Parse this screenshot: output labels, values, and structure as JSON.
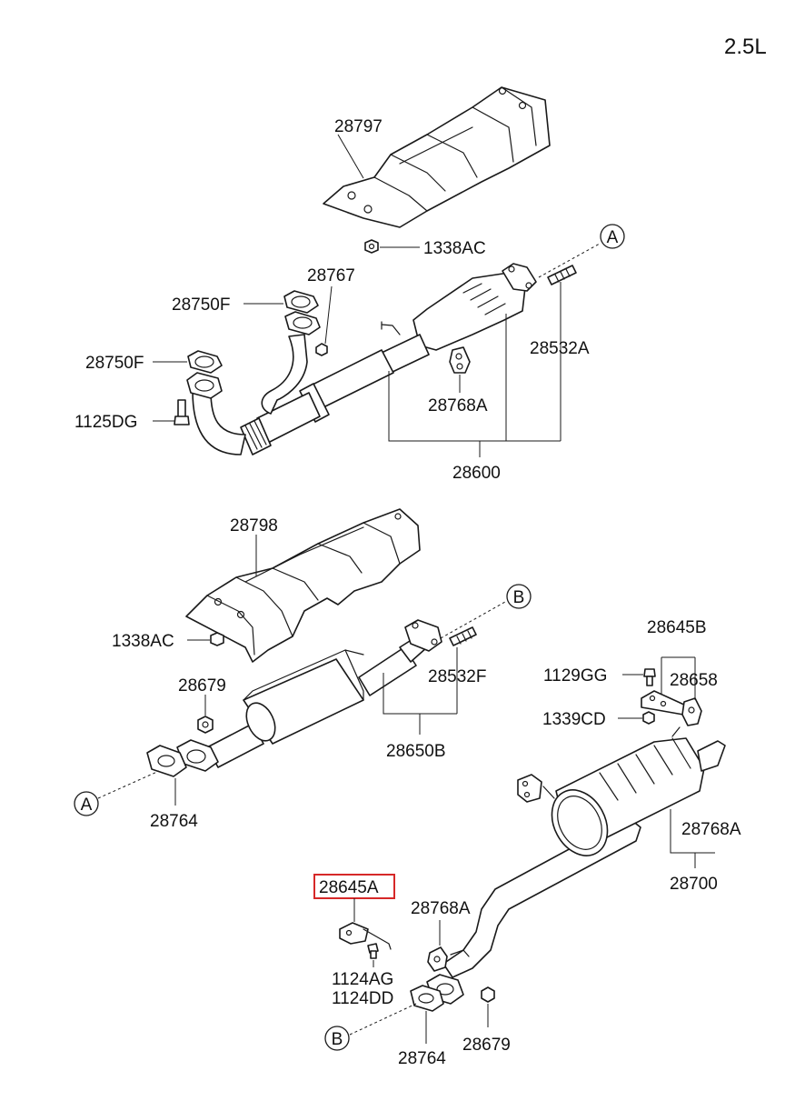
{
  "engine": "2.5L",
  "labels": {
    "l28797": "28797",
    "l1338ac_a": "1338AC",
    "l28767": "28767",
    "l28750f_a": "28750F",
    "l28750f_b": "28750F",
    "l1125dg": "1125DG",
    "l28532a": "28532A",
    "l28768a_a": "28768A",
    "l28600": "28600",
    "l28798": "28798",
    "l1338ac_b": "1338AC",
    "l28679_a": "28679",
    "l28532f": "28532F",
    "l28650b": "28650B",
    "l28764_a": "28764",
    "l28645b": "28645B",
    "l1129gg": "1129GG",
    "l28658": "28658",
    "l1339cd": "1339CD",
    "l28768a_b": "28768A",
    "l28700": "28700",
    "l28645a": "28645A",
    "l28768a_c": "28768A",
    "l1124ag": "1124AG",
    "l1124dd": "1124DD",
    "l28764_b": "28764",
    "l28679_b": "28679"
  },
  "refs": {
    "a_top": "A",
    "a_left": "A",
    "b_top": "B",
    "b_bottom": "B"
  },
  "highlight_color": "#d62828"
}
